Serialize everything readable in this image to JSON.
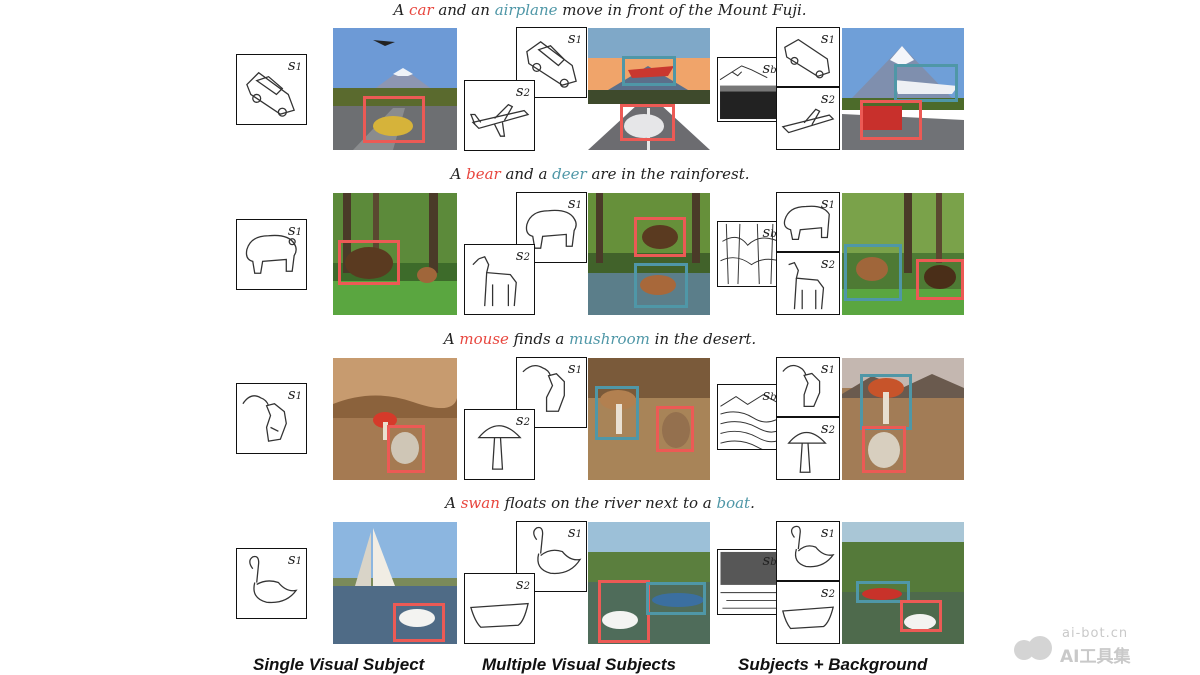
{
  "captions": [
    {
      "pre": "A ",
      "s1": "car",
      "mid": " and an ",
      "s2": "airplane",
      "post": " move in front of the Mount Fuji."
    },
    {
      "pre": "A ",
      "s1": "bear",
      "mid": " and a ",
      "s2": "deer",
      "post": " are in the rainforest."
    },
    {
      "pre": "A ",
      "s1": "mouse",
      "mid": " finds a ",
      "s2": "mushroom",
      "post": " in the desert."
    },
    {
      "pre": "A ",
      "s1": "swan",
      "mid": " floats on the river next to a ",
      "s2": "boat",
      "post": "."
    }
  ],
  "labels": {
    "s": "s",
    "one": "1",
    "two": "2",
    "bg": "bg"
  },
  "columns": [
    "Single Visual Subject",
    "Multiple Visual Subjects",
    "Subjects + Background"
  ],
  "watermark": {
    "line1": "ai-bot.cn",
    "line2": "AI工具集"
  },
  "colors": {
    "subject1": "#e8473f",
    "subject2": "#4f97a7",
    "box_red": "#ec5a55",
    "box_teal": "#4f97a7"
  }
}
